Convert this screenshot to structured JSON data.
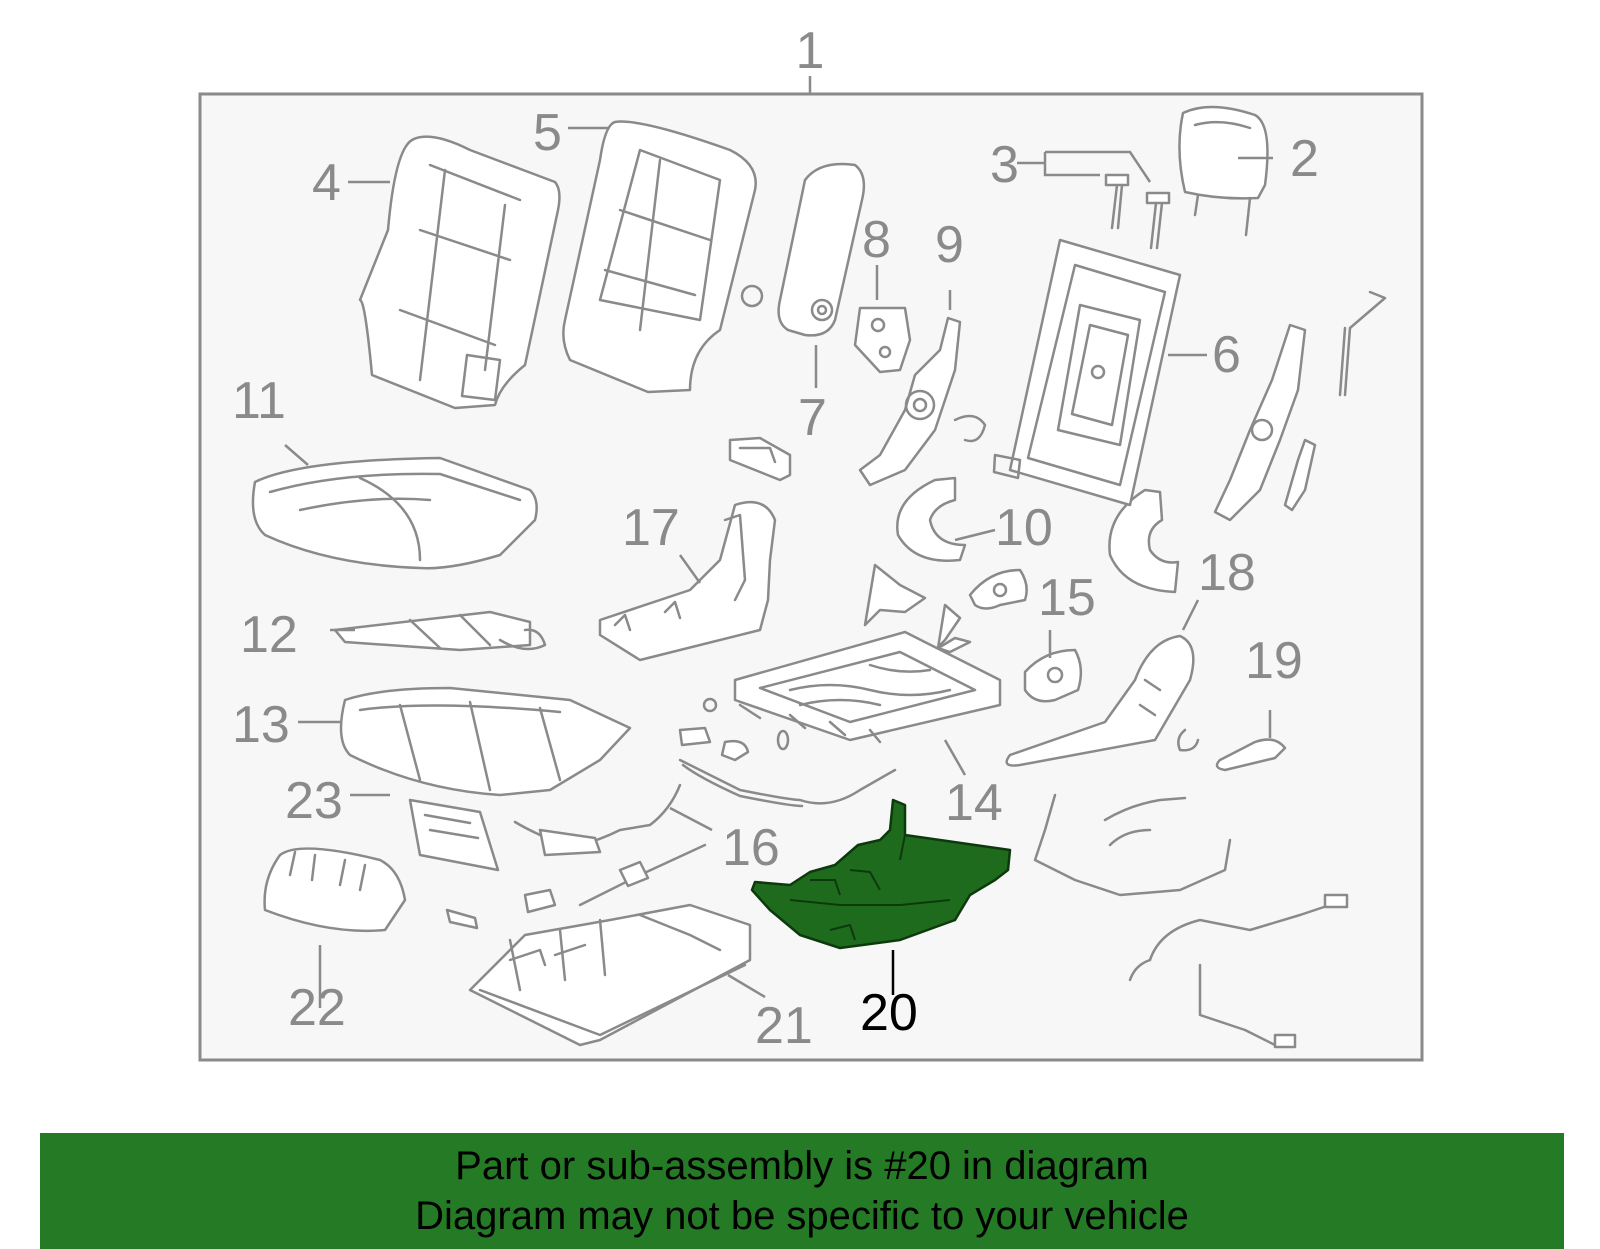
{
  "diagram": {
    "callouts": {
      "c1": "1",
      "c2": "2",
      "c3": "3",
      "c4": "4",
      "c5": "5",
      "c6": "6",
      "c7": "7",
      "c8": "8",
      "c9": "9",
      "c10": "10",
      "c11": "11",
      "c12": "12",
      "c13": "13",
      "c14": "14",
      "c15": "15",
      "c16": "16",
      "c17": "17",
      "c18": "18",
      "c19": "19",
      "c20": "20",
      "c21": "21",
      "c22": "22",
      "c23": "23"
    },
    "highlighted_part": "20",
    "colors": {
      "line_art": "#8a8a8a",
      "highlight_fill": "#1e6b1e",
      "panel_background": "#f7f7f7",
      "banner_background": "#257a25"
    }
  },
  "banner": {
    "line1": "Part or sub-assembly is #20 in diagram",
    "line2": "Diagram may not be specific to your vehicle"
  }
}
